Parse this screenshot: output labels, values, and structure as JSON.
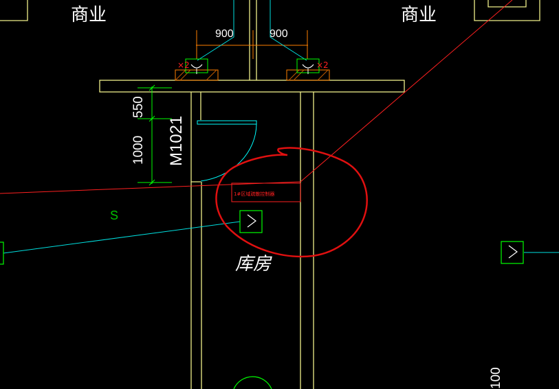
{
  "drawing": {
    "room_labels": {
      "shop_left": "商业",
      "shop_right": "商业",
      "storage": "库房"
    },
    "dimensions": {
      "top_left": "900",
      "top_right": "900",
      "vertical_upper": "550",
      "vertical_lower": "1000",
      "bottom_right": "100"
    },
    "door_tag": "M1021",
    "symbol_letter": "S",
    "callout_text": "1#区域疏散控制器",
    "markup_note": ""
  },
  "colors": {
    "background": "#000000",
    "wall": "#f0f08a",
    "dimension": "#00ff00",
    "door_swing": "#00ffff",
    "pipe": "#00e0e0",
    "redline": "#ff2020",
    "markup_circle": "#e01010",
    "fixture": "#ff8000",
    "text": "#ffffff"
  }
}
